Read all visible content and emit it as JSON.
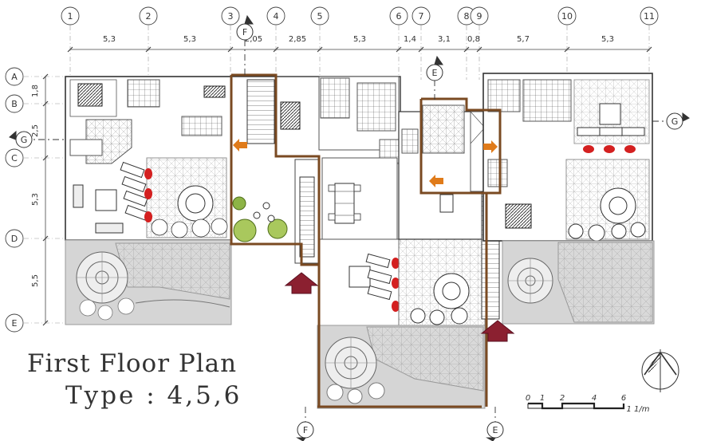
{
  "title": {
    "line1": "First Floor Plan",
    "line2": "Type : 4,5,6"
  },
  "grid_columns": [
    "1",
    "2",
    "3",
    "4",
    "5",
    "6",
    "7",
    "8",
    "9",
    "10",
    "11"
  ],
  "grid_rows": [
    "A",
    "B",
    "C",
    "D",
    "E"
  ],
  "column_dimensions": [
    "5,3",
    "5,3",
    "2,05",
    "2,85",
    "5,3",
    "1,4",
    "3,1",
    "0,8",
    "5,7",
    "5,3"
  ],
  "row_dimensions": [
    "1,8",
    "2,5",
    "5,3",
    "5,5"
  ],
  "section_markers": {
    "F_top": "F",
    "F_bottom": "F",
    "E_top": "E",
    "E_bottom": "E",
    "G_left": "G",
    "G_right": "G"
  },
  "scale_bar": {
    "ticks": [
      "0",
      "1",
      "2",
      "4",
      "6"
    ],
    "unit": "1 1/m"
  },
  "colors": {
    "unit_outline": "#7a4a22",
    "arrow_orange": "#e07b1a",
    "entrance_marker": "#8b2030",
    "furniture_red": "#d42020",
    "tree_green": "#8db446",
    "courtyard_gray": "#cfcfcf"
  },
  "icons": {
    "north_arrow": "north-arrow-icon",
    "stair_arrow": "stair-direction-arrow-icon",
    "entrance": "entrance-marker-icon"
  }
}
